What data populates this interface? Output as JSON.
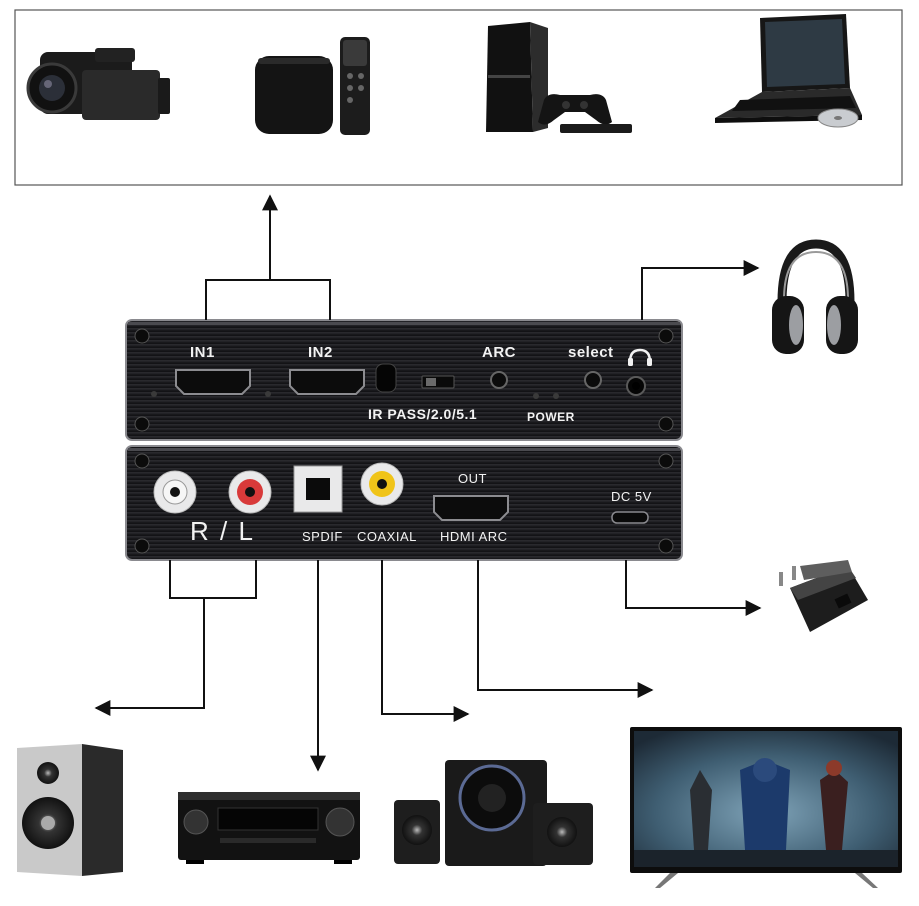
{
  "front_panel": {
    "in1": "IN1",
    "in2": "IN2",
    "arc": "ARC",
    "select": "select",
    "ir_pass": "IR PASS/2.0/5.1",
    "power": "POWER"
  },
  "back_panel": {
    "rl": "R / L",
    "spdif": "SPDIF",
    "coaxial": "COAXIAL",
    "out": "OUT",
    "hdmi_arc": "HDMI ARC",
    "dc5v": "DC 5V"
  },
  "devices": {
    "sources": [
      "camcorder-icon",
      "streaming-box-icon",
      "game-console-icon",
      "laptop-icon"
    ],
    "outputs": [
      "headphones-icon",
      "usb-power-adapter-icon",
      "bookshelf-speaker-icon",
      "av-receiver-icon",
      "speaker-system-icon",
      "tv-icon"
    ]
  },
  "colors": {
    "panel": "#1e1e21",
    "panel_edge": "#8a8a8f",
    "label": "#f2f2f2",
    "arrow": "#111111",
    "frame": "#555555"
  }
}
